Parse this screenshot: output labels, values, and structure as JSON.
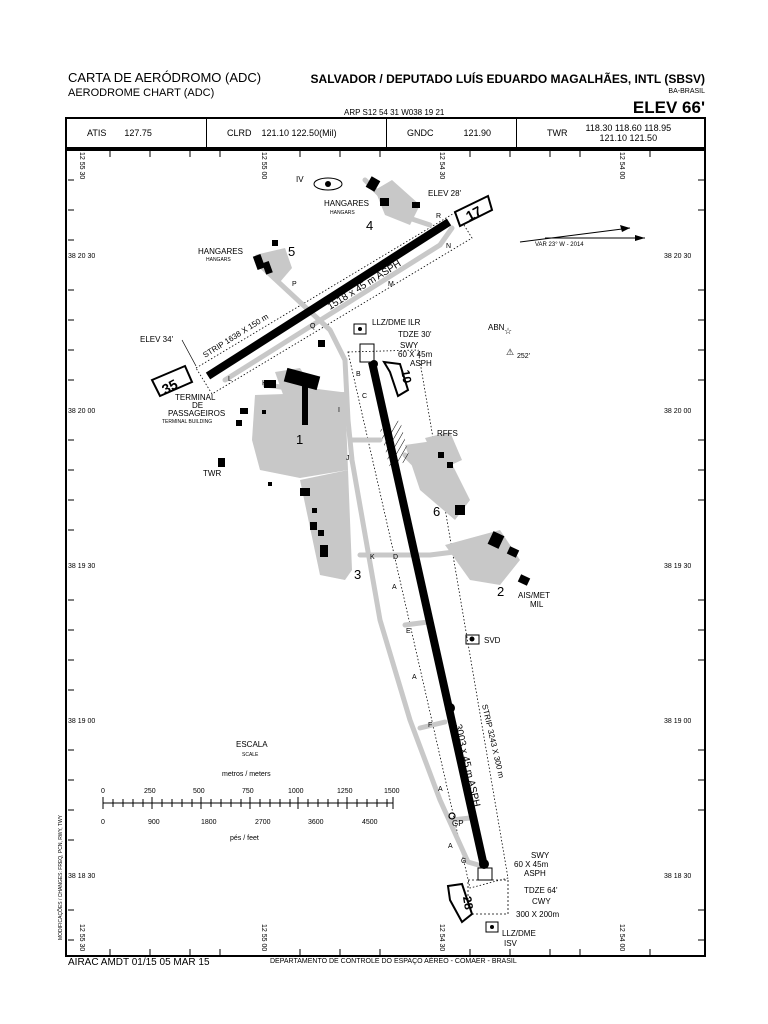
{
  "header": {
    "title_pt": "CARTA DE AERÓDROMO (ADC)",
    "title_en": "AERODROME CHART (ADC)",
    "airport": "SALVADOR / DEPUTADO LUÍS EDUARDO MAGALHÃES, INTL (SBSV)",
    "country": "BA-BRASIL",
    "arp": "ARP  S12  54  31  W038  19  21",
    "elev": "ELEV 66'"
  },
  "frequencies": [
    {
      "label": "ATIS",
      "value": "127.75"
    },
    {
      "label": "CLRD",
      "value": "121.10 122.50(Mil)"
    },
    {
      "label": "GNDC",
      "value": "121.90"
    },
    {
      "label": "TWR",
      "value": "118.30 118.60 118.95",
      "value2": "121.10 121.50"
    }
  ],
  "grid": {
    "lon_top": [
      "12 55 30",
      "12 55 00",
      "12 54 30",
      "12 54 00"
    ],
    "lat_left": [
      "38 20 30",
      "38 20 00",
      "38 19 30",
      "38 19 00",
      "38 18 30"
    ],
    "lat_right": [
      "38 20 30",
      "38 20 00",
      "38 19 30",
      "38 19 00",
      "38 18 30"
    ],
    "lon_bottom": [
      "12 55 30",
      "12 55 00",
      "12 54 30",
      "12 54 00"
    ]
  },
  "runways": {
    "rwy17": "17",
    "rwy35": "35",
    "rwy10": "10",
    "rwy28": "28",
    "rwy17_35_dims": "1518 x 45 m ASPH",
    "rwy17_35_strip": "STRIP 1638 X 150 m",
    "rwy10_28_dims": "3003 x 45 m ASPH",
    "rwy10_28_strip": "STRIP 3243 X 300 m"
  },
  "labels": {
    "elev28": "ELEV 28'",
    "elev34": "ELEV 34'",
    "iv": "IV",
    "hangares1": "HANGARES",
    "hangars1": "HANGARS",
    "hangares2": "HANGARES",
    "hangars2": "HANGARS",
    "terminal_pt_1": "TERMINAL",
    "terminal_pt_2": "DE",
    "terminal_pt_3": "PASSAGEIROS",
    "terminal_en": "TERMINAL BUILDING",
    "twr": "TWR",
    "llz_ilr": "LLZ/DME  ILR",
    "tdze30": "TDZE  30'",
    "swy_top": "SWY",
    "swy_top_dims": "60 X 45m",
    "swy_top_surf": "ASPH",
    "abn": "ABN",
    "abn_brg": "252'",
    "var": "VAR  23°  W  -  2014",
    "rffs": "RFFS",
    "ais_met": "AIS/MET",
    "mil": "MIL",
    "svd": "SVD",
    "gp": "GP",
    "swy_bot": "SWY",
    "swy_bot_dims": "60  X  45m",
    "swy_bot_surf": "ASPH",
    "tdze64": "TDZE  64'",
    "cwy": "CWY",
    "cwy_dims": "300  X  200m",
    "llz_isv_1": "LLZ/DME",
    "llz_isv_2": "ISV"
  },
  "aprons": [
    "1",
    "2",
    "3",
    "4",
    "5",
    "6"
  ],
  "taxiways": [
    "R",
    "N",
    "Q",
    "M",
    "P",
    "L",
    "K",
    "B",
    "C",
    "I",
    "J",
    "K",
    "D",
    "A",
    "E",
    "A",
    "F",
    "A",
    "A",
    "G"
  ],
  "scale": {
    "title": "ESCALA",
    "title_en": "SCALE",
    "units_m": "metros  /  meters",
    "m_ticks": [
      "0",
      "250",
      "500",
      "750",
      "1000",
      "1250",
      "1500"
    ],
    "ft_ticks": [
      "0",
      "900",
      "1800",
      "2700",
      "3600",
      "4500"
    ],
    "units_ft": "pés  /  feet"
  },
  "footer": {
    "amdt": "AIRAC AMDT 01/15 05 MAR 15",
    "dept": "DEPARTAMENTO DE CONTROLE DO ESPAÇO AÉREO - COMAER - BRASIL",
    "side": "MODIFICAÇÕES / CHANGES: FREQ, PCN, RWY, TWY"
  }
}
